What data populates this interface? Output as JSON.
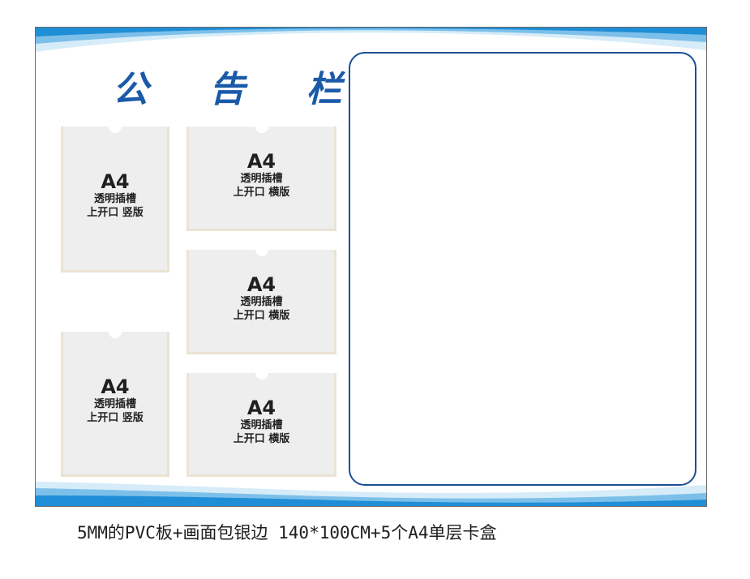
{
  "board": {
    "title": "公 告 栏",
    "accent_color": "#1a5aa8",
    "wave_color_dark": "#1f8ed6",
    "wave_color_light": "#cde7f7",
    "panel_border_color": "#1b4f95"
  },
  "pockets": {
    "vertical_1": {
      "size": "A4",
      "line1": "透明插槽",
      "line2": "上开口 竖版"
    },
    "vertical_2": {
      "size": "A4",
      "line1": "透明插槽",
      "line2": "上开口 竖版"
    },
    "horizontal_1": {
      "size": "A4",
      "line1": "透明插槽",
      "line2": "上开口 横版"
    },
    "horizontal_2": {
      "size": "A4",
      "line1": "透明插槽",
      "line2": "上开口 横版"
    },
    "horizontal_3": {
      "size": "A4",
      "line1": "透明插槽",
      "line2": "上开口 横版"
    }
  },
  "caption": "5MM的PVC板+画面包银边 140*100CM+5个A4单层卡盒"
}
